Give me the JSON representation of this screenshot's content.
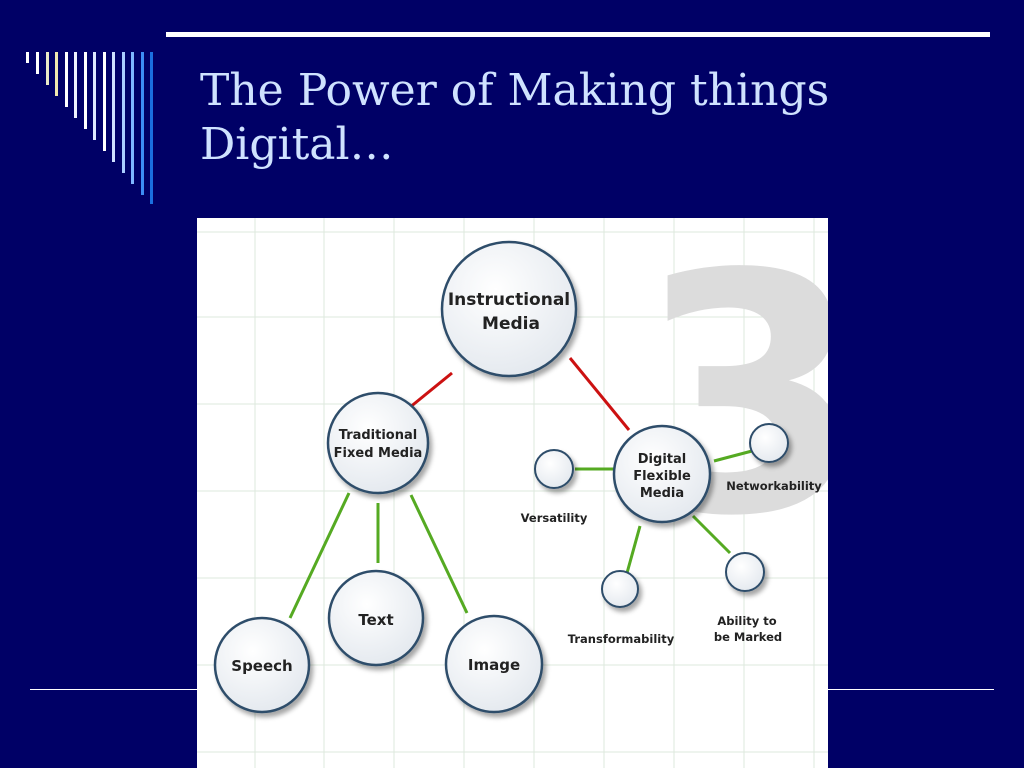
{
  "slide": {
    "title_line1": "The Power of Making things",
    "title_line2": "Digital…"
  },
  "diagram": {
    "watermark": "3",
    "root": {
      "line1": "Instructional",
      "line2": "Media"
    },
    "traditional": {
      "line1": "Traditional",
      "line2": "Fixed Media"
    },
    "digital": {
      "line1": "Digital",
      "line2": "Flexible",
      "line3": "Media"
    },
    "speech": "Speech",
    "text": "Text",
    "image": "Image",
    "versatility": "Versatility",
    "networkability": "Networkability",
    "transformability": "Transformability",
    "ability": {
      "line1": "Ability to",
      "line2": "be Marked"
    }
  },
  "colors": {
    "background": "#000066",
    "title": "#cfe2ff",
    "red_link": "#cc1111",
    "green_link": "#55aa22",
    "node_stroke": "#2e4d6b"
  }
}
